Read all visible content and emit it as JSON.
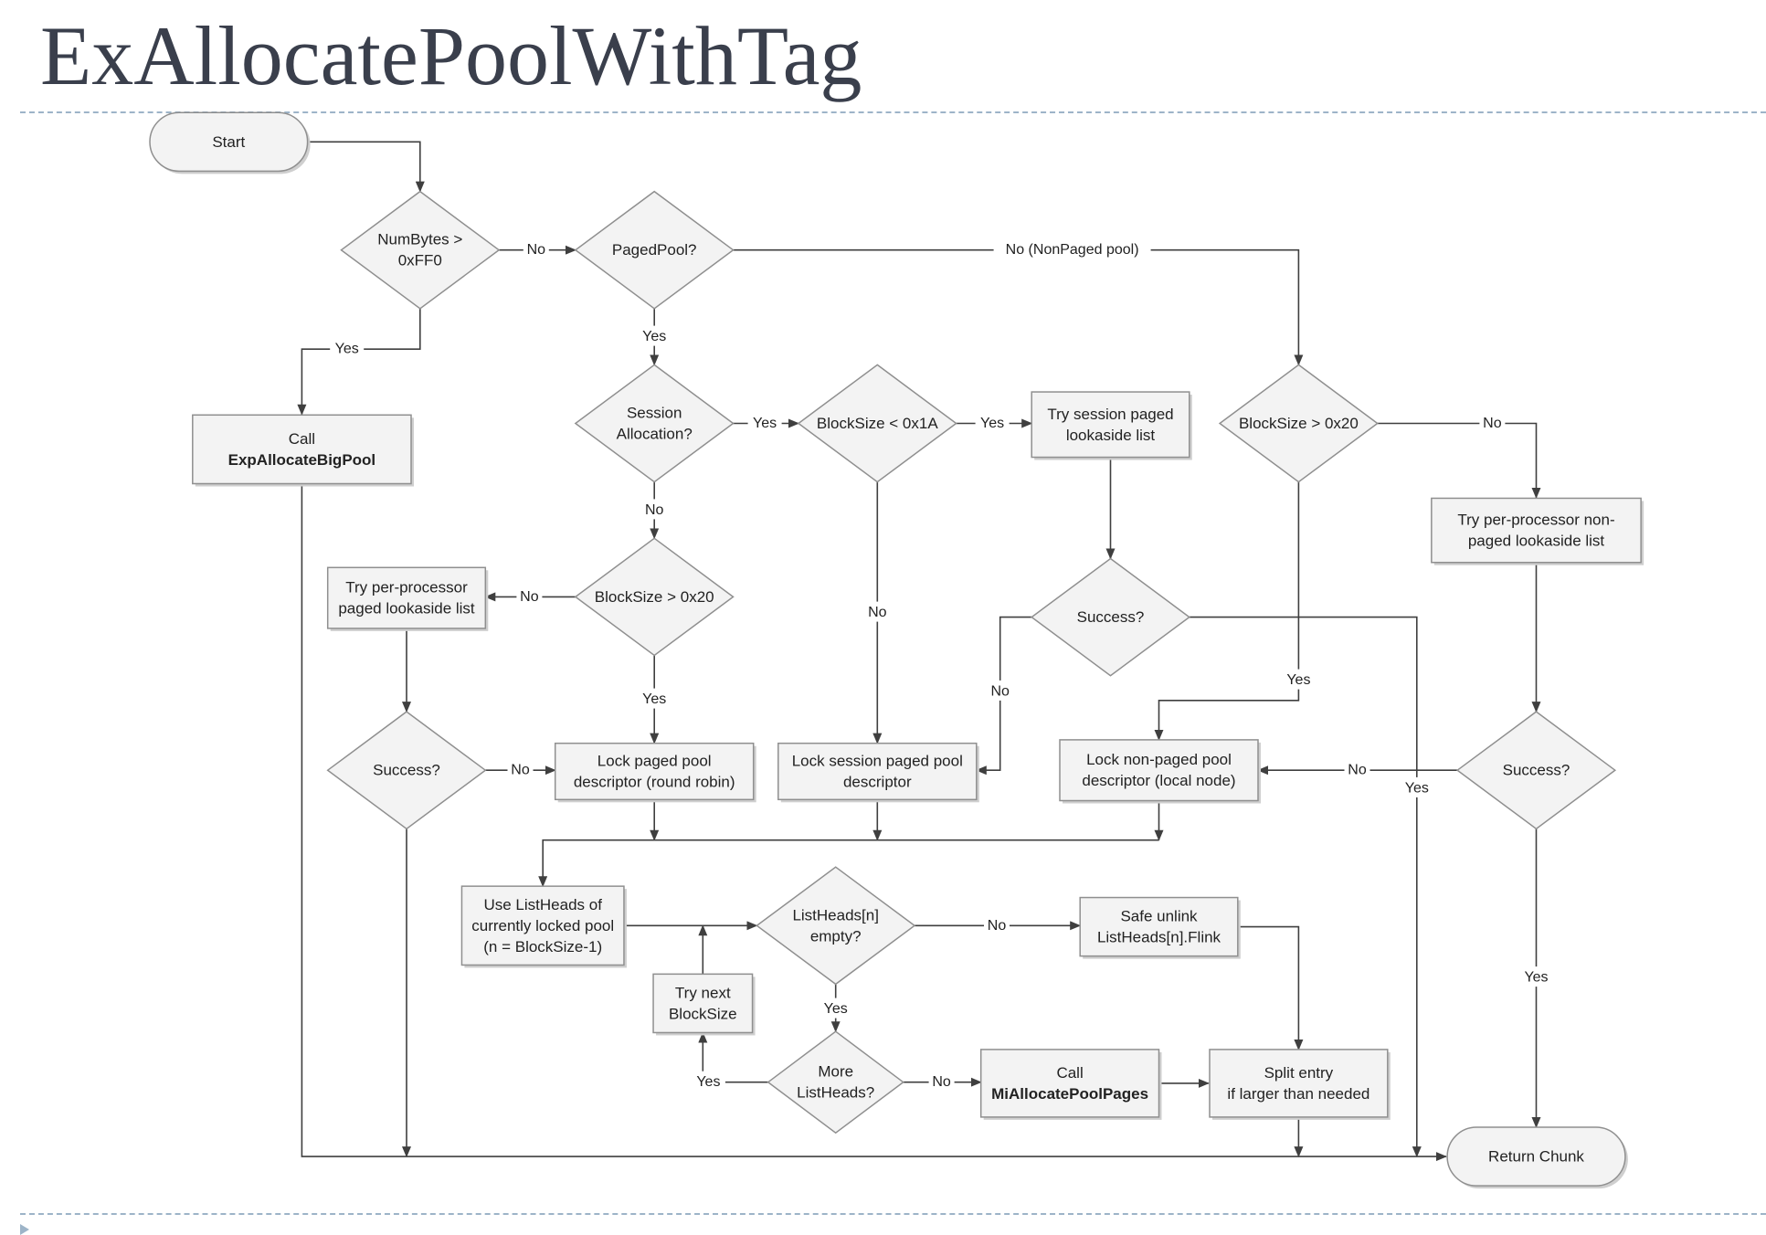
{
  "title": "ExAllocatePoolWithTag",
  "nodes": {
    "start": "Start",
    "numbytes": [
      "NumBytes >",
      "0xFF0"
    ],
    "pagedpool": "PagedPool?",
    "bigpool": [
      "Call",
      "ExpAllocateBigPool"
    ],
    "session": [
      "Session",
      "Allocation?"
    ],
    "bs_lt_1a": "BlockSize < 0x1A",
    "try_session": [
      "Try session paged",
      "lookaside list"
    ],
    "bs_gt_20_np": "BlockSize > 0x20",
    "try_pp_nonpaged": [
      "Try per-processor non-",
      "paged lookaside list"
    ],
    "try_pp_paged": [
      "Try per-processor",
      "paged lookaside list"
    ],
    "bs_gt_20_p": "BlockSize > 0x20",
    "success_session": "Success?",
    "success_paged": "Success?",
    "lock_paged": [
      "Lock paged pool",
      "descriptor (round robin)"
    ],
    "lock_session": [
      "Lock session paged pool",
      "descriptor"
    ],
    "lock_nonpaged": [
      "Lock non-paged pool",
      "descriptor (local node)"
    ],
    "success_nonpaged": "Success?",
    "use_listheads": [
      "Use ListHeads of",
      "currently locked pool",
      "(n = BlockSize-1)"
    ],
    "listheads_empty": [
      "ListHeads[n]",
      "empty?"
    ],
    "safe_unlink": [
      "Safe unlink",
      "ListHeads[n].Flink"
    ],
    "try_next": [
      "Try next",
      "BlockSize"
    ],
    "more_listheads": [
      "More",
      "ListHeads?"
    ],
    "mi_alloc": [
      "Call",
      "MiAllocatePoolPages"
    ],
    "split_entry": [
      "Split entry",
      "if larger than needed"
    ],
    "return_chunk": "Return Chunk"
  },
  "edge_labels": {
    "numbytes_no": "No",
    "numbytes_yes": "Yes",
    "pagedpool_nonpaged": "No (NonPaged pool)",
    "pagedpool_yes": "Yes",
    "session_yes": "Yes",
    "session_no": "No",
    "bs1a_yes": "Yes",
    "bs1a_no": "No",
    "bs20np_no": "No",
    "bs20np_yes": "Yes",
    "bs20p_no": "No",
    "bs20p_yes": "Yes",
    "success_session_no": "No",
    "success_paged_no": "No",
    "success_nonpaged_no": "No",
    "success_nonpaged_yes": "Yes",
    "return_yes": "Yes",
    "listheads_no": "No",
    "listheads_yes": "Yes",
    "more_no": "No",
    "more_yes": "Yes"
  }
}
